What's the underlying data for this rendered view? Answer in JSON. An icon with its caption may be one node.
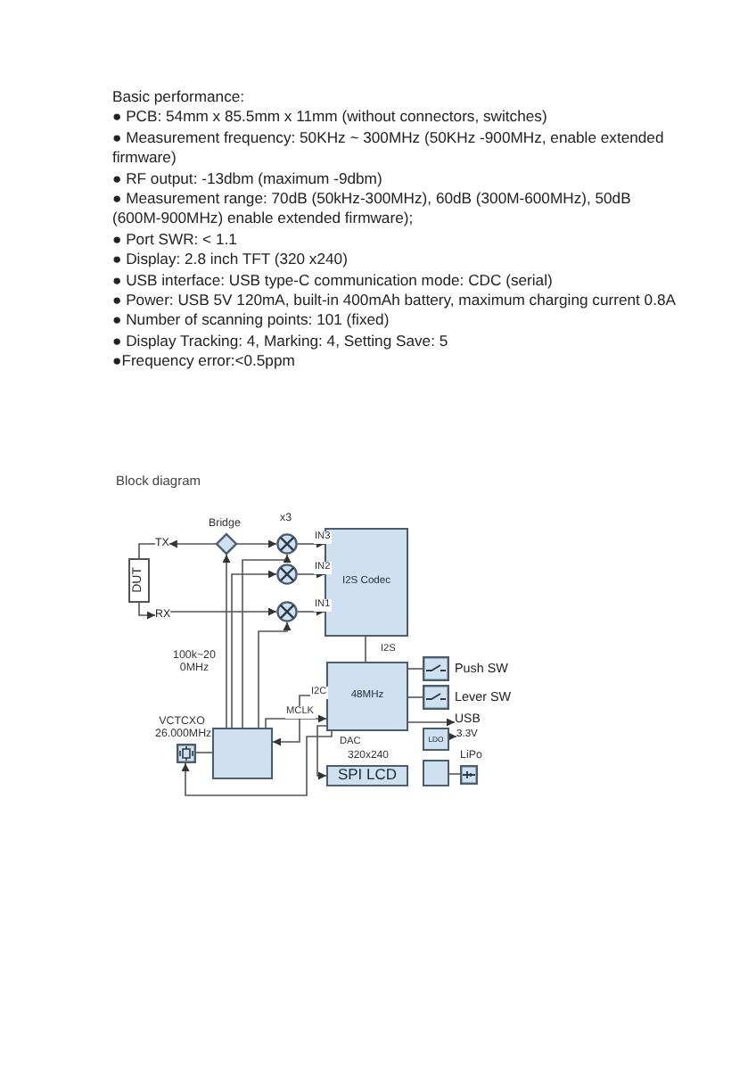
{
  "diagram": {
    "nodes": [
      {
        "text": [
          "TX"
        ]
      },
      {
        "text": [
          "RX"
        ]
      },
      {
        "text": [
          "DUT"
        ]
      },
      {
        "text": [
          "Bridge"
        ]
      },
      {
        "text": [],
        "shape": "circle"
      },
      {
        "text": [],
        "shape": "circle"
      },
      {
        "text": [],
        "shape": "circle"
      },
      {
        "text": [
          "I2S Codec"
        ]
      },
      {
        "text": [
          "48MHz"
        ]
      },
      {
        "text": [],
        "shape": "box"
      },
      {
        "text": [
          "VCTCXO 26.000MHz"
        ]
      },
      {
        "text": [
          "320x240",
          "SPI LCD"
        ]
      },
      {
        "text": [
          "Push SW"
        ]
      },
      {
        "text": [
          "Lever SW"
        ]
      },
      {
        "text": [
          "USB"
        ]
      },
      {
        "text": [
          "LDO"
        ]
      },
      {
        "text": [
          "3.3V"
        ]
      },
      {
        "text": [],
        "shape": "box"
      },
      {
        "text": [
          "LiPo"
        ]
      }
    ],
    "edges": [
      {
        "from": 3,
        "to": 0,
        "arrow": "to"
      },
      {
        "from": 2,
        "to": 0,
        "arrow": "none"
      },
      {
        "from": 2,
        "to": 1,
        "arrow": "to"
      },
      {
        "from": 1,
        "to": 6,
        "arrow": "to"
      },
      {
        "from": 3,
        "to": 4,
        "arrow": "to"
      },
      {
        "from": 9,
        "to": 3,
        "arrow": "to"
      },
      {
        "from": 9,
        "to": 5,
        "arrow": "to"
      },
      {
        "from": 9,
        "to": 4,
        "arrow": "to"
      },
      {
        "from": 9,
        "to": 6,
        "arrow": "to"
      },
      {
        "from": 4,
        "to": 7,
        "arrow": "to",
        "label": "IN3"
      },
      {
        "from": 5,
        "to": 7,
        "arrow": "to",
        "label": "IN2"
      },
      {
        "from": 6,
        "to": 7,
        "arrow": "to",
        "label": "IN1"
      },
      {
        "from": 7,
        "to": 8,
        "arrow": "none",
        "label": "I2S"
      },
      {
        "from": 8,
        "to": 9,
        "arrow": "to",
        "label": "I2C"
      },
      {
        "from": 9,
        "to": 8,
        "arrow": "to",
        "label": "MCLK"
      },
      {
        "from": 8,
        "to": 10,
        "arrow": "to",
        "label": "DAC"
      },
      {
        "from": 10,
        "to": 9,
        "arrow": "none"
      },
      {
        "from": 8,
        "to": 11,
        "arrow": "to"
      },
      {
        "from": 12,
        "to": 8,
        "arrow": "none"
      },
      {
        "from": 13,
        "to": 8,
        "arrow": "none"
      },
      {
        "from": 8,
        "to": 14,
        "arrow": "to"
      },
      {
        "from": 15,
        "to": 16,
        "arrow": "to"
      },
      {
        "from": 17,
        "to": 18,
        "arrow": "none"
      }
    ],
    "labels": [
      "Basic performance:",
      "● PCB: 54mm x 85.5mm x 11mm (without connectors, switches)",
      "● Measurement frequency: 50KHz ~ 300MHz (50KHz -900MHz, enable extended firmware)",
      "● RF output: -13dbm (maximum -9dbm)",
      "● Measurement range: 70dB (50kHz-300MHz), 60dB (300M-600MHz), 50dB (600M-900MHz) enable extended firmware);",
      "● Port SWR: < 1.1",
      "● Display: 2.8 inch TFT (320 x240)",
      "● USB interface: USB type-C communication mode: CDC (serial)",
      "● Power: USB 5V 120mA, built-in 400mAh battery, maximum charging current 0.8A",
      "● Number of scanning points: 101 (fixed)",
      "● Display Tracking: 4, Marking: 4, Setting Save: 5",
      "●Frequency error:<0.5ppm",
      "Block diagram",
      "x3",
      "100k~200MHz"
    ]
  }
}
